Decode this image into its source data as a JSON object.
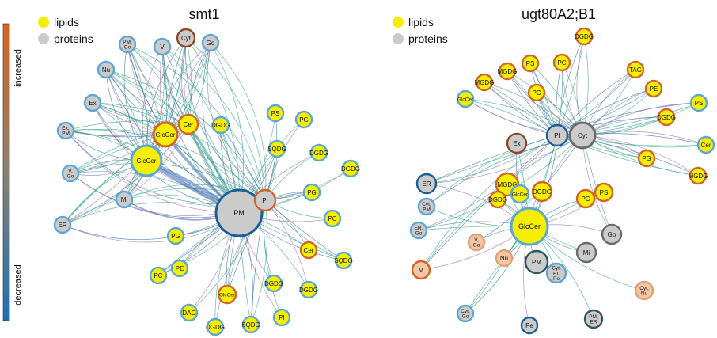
{
  "colorbar": {
    "top_label": "increased",
    "bottom_label": "decreased",
    "top_color": "#d8641e",
    "mid_color": "#8a8170",
    "bottom_color": "#1c70b6"
  },
  "legend": {
    "lipids_label": "lipids",
    "proteins_label": "proteins",
    "lipid_color": "#f5ee00",
    "protein_color": "#cbcbcb"
  },
  "colors": {
    "edge_blue": "#3a6fb0",
    "edge_teal": "#27a38a",
    "edge_purple": "#9a6fb3",
    "edge_green": "#37a47e",
    "ring_light_blue": "#5aa6d6",
    "ring_dark_blue": "#1c5f95",
    "ring_orange": "#d0652a",
    "ring_brown": "#8b4a2b",
    "ring_gray": "#6a6a6a",
    "ring_light_orange": "#e3a072",
    "ring_dark_teal": "#2f5663",
    "fill_salmon": "#f2c7a8"
  },
  "networks": [
    {
      "title": "smt1",
      "nodes": [
        {
          "label": "PM, Go",
          "kind": "protein",
          "ring": "ring_light_blue"
        },
        {
          "label": "V",
          "kind": "protein",
          "ring": "ring_light_blue"
        },
        {
          "label": "Cyt",
          "kind": "protein",
          "ring": "ring_brown"
        },
        {
          "label": "Go",
          "kind": "protein",
          "ring": "ring_light_blue"
        },
        {
          "label": "Nu",
          "kind": "protein",
          "ring": "ring_light_blue"
        },
        {
          "label": "Ex",
          "kind": "protein",
          "ring": "ring_light_blue"
        },
        {
          "label": "Ex, PM",
          "kind": "protein",
          "ring": "ring_light_blue"
        },
        {
          "label": "V, Go",
          "kind": "protein",
          "ring": "ring_light_blue"
        },
        {
          "label": "Mi",
          "kind": "protein",
          "ring": "ring_light_blue"
        },
        {
          "label": "ER",
          "kind": "protein",
          "ring": "ring_light_blue"
        },
        {
          "label": "GlcCer",
          "kind": "lipid",
          "ring": "ring_orange"
        },
        {
          "label": "Cer",
          "kind": "lipid",
          "ring": "ring_orange"
        },
        {
          "label": "GlcCer",
          "kind": "lipid",
          "ring": "ring_light_blue"
        },
        {
          "label": "PM",
          "kind": "protein",
          "ring": "ring_dark_blue"
        },
        {
          "label": "PI",
          "kind": "protein",
          "ring": "ring_orange"
        },
        {
          "label": "DGDG",
          "kind": "lipid",
          "ring": "ring_light_blue"
        },
        {
          "label": "PS",
          "kind": "lipid",
          "ring": "ring_light_blue"
        },
        {
          "label": "PG",
          "kind": "lipid",
          "ring": "ring_light_blue"
        },
        {
          "label": "SQDG",
          "kind": "lipid",
          "ring": "ring_light_blue"
        },
        {
          "label": "DGDG",
          "kind": "lipid",
          "ring": "ring_light_blue"
        },
        {
          "label": "DGDG",
          "kind": "lipid",
          "ring": "ring_light_blue"
        },
        {
          "label": "PG",
          "kind": "lipid",
          "ring": "ring_light_blue"
        },
        {
          "label": "PC",
          "kind": "lipid",
          "ring": "ring_light_blue"
        },
        {
          "label": "Cer",
          "kind": "lipid",
          "ring": "ring_orange"
        },
        {
          "label": "SQDG",
          "kind": "lipid",
          "ring": "ring_light_blue"
        },
        {
          "label": "PG",
          "kind": "lipid",
          "ring": "ring_light_blue"
        },
        {
          "label": "PE",
          "kind": "lipid",
          "ring": "ring_light_blue"
        },
        {
          "label": "PC",
          "kind": "lipid",
          "ring": "ring_light_blue"
        },
        {
          "label": "DGDG",
          "kind": "lipid",
          "ring": "ring_light_blue"
        },
        {
          "label": "DGDG",
          "kind": "lipid",
          "ring": "ring_light_blue"
        },
        {
          "label": "GlcCer",
          "kind": "lipid",
          "ring": "ring_orange"
        },
        {
          "label": "DAG",
          "kind": "lipid",
          "ring": "ring_light_blue"
        },
        {
          "label": "DGDG",
          "kind": "lipid",
          "ring": "ring_light_blue"
        },
        {
          "label": "SQDG",
          "kind": "lipid",
          "ring": "ring_light_blue"
        },
        {
          "label": "PI",
          "kind": "lipid",
          "ring": "ring_light_blue"
        }
      ]
    },
    {
      "title": "ugt80A2;B1",
      "nodes": [
        {
          "label": "DGDG",
          "kind": "lipid",
          "ring": "ring_orange"
        },
        {
          "label": "PS",
          "kind": "lipid",
          "ring": "ring_orange"
        },
        {
          "label": "PC",
          "kind": "lipid",
          "ring": "ring_orange"
        },
        {
          "label": "TAG",
          "kind": "lipid",
          "ring": "ring_orange"
        },
        {
          "label": "MGDG",
          "kind": "lipid",
          "ring": "ring_orange"
        },
        {
          "label": "MGDG",
          "kind": "lipid",
          "ring": "ring_orange"
        },
        {
          "label": "PC",
          "kind": "lipid",
          "ring": "ring_orange"
        },
        {
          "label": "PE",
          "kind": "lipid",
          "ring": "ring_orange"
        },
        {
          "label": "GlcCer",
          "kind": "lipid",
          "ring": "ring_light_blue"
        },
        {
          "label": "PS",
          "kind": "lipid",
          "ring": "ring_light_blue"
        },
        {
          "label": "DGDG",
          "kind": "lipid",
          "ring": "ring_orange"
        },
        {
          "label": "PI",
          "kind": "protein",
          "ring": "ring_dark_blue"
        },
        {
          "label": "Cyt",
          "kind": "protein",
          "ring": "ring_gray"
        },
        {
          "label": "Ex",
          "kind": "protein",
          "ring": "ring_brown"
        },
        {
          "label": "Cer",
          "kind": "lipid",
          "ring": "ring_light_blue"
        },
        {
          "label": "PG",
          "kind": "lipid",
          "ring": "ring_orange"
        },
        {
          "label": "MGDG",
          "kind": "lipid",
          "ring": "ring_orange"
        },
        {
          "label": "ER",
          "kind": "protein",
          "ring": "ring_dark_blue"
        },
        {
          "label": "MGDG",
          "kind": "lipid",
          "ring": "ring_orange"
        },
        {
          "label": "DGDG",
          "kind": "lipid",
          "ring": "ring_orange"
        },
        {
          "label": "GlcCer",
          "kind": "lipid",
          "ring": "ring_light_blue"
        },
        {
          "label": "DGDG",
          "kind": "lipid",
          "ring": "ring_orange"
        },
        {
          "label": "PC",
          "kind": "lipid",
          "ring": "ring_orange"
        },
        {
          "label": "PS",
          "kind": "lipid",
          "ring": "ring_orange"
        },
        {
          "label": "Cyt, PM",
          "kind": "protein",
          "ring": "ring_light_blue"
        },
        {
          "label": "ER, Go",
          "kind": "protein",
          "ring": "ring_light_blue"
        },
        {
          "label": "GlcCer",
          "kind": "lipid",
          "ring": "ring_light_blue"
        },
        {
          "label": "Go",
          "kind": "protein",
          "ring": "ring_gray"
        },
        {
          "label": "V, Go",
          "kind": "protein",
          "ring": "ring_light_orange",
          "fill": "fill_salmon"
        },
        {
          "label": "Nu",
          "kind": "protein",
          "ring": "ring_light_orange",
          "fill": "fill_salmon"
        },
        {
          "label": "PM",
          "kind": "protein",
          "ring": "ring_dark_teal"
        },
        {
          "label": "Cyt, PI, Pe",
          "kind": "protein",
          "ring": "ring_light_blue"
        },
        {
          "label": "Mi",
          "kind": "protein",
          "ring": "ring_gray"
        },
        {
          "label": "V",
          "kind": "protein",
          "ring": "ring_orange",
          "fill": "fill_salmon"
        },
        {
          "label": "Cyt, Nu",
          "kind": "protein",
          "ring": "ring_light_orange",
          "fill": "fill_salmon"
        },
        {
          "label": "Cyt, Go",
          "kind": "protein",
          "ring": "ring_light_blue"
        },
        {
          "label": "Pe",
          "kind": "protein",
          "ring": "ring_dark_blue"
        },
        {
          "label": "PM, ER",
          "kind": "protein",
          "ring": "ring_dark_teal"
        }
      ]
    }
  ]
}
